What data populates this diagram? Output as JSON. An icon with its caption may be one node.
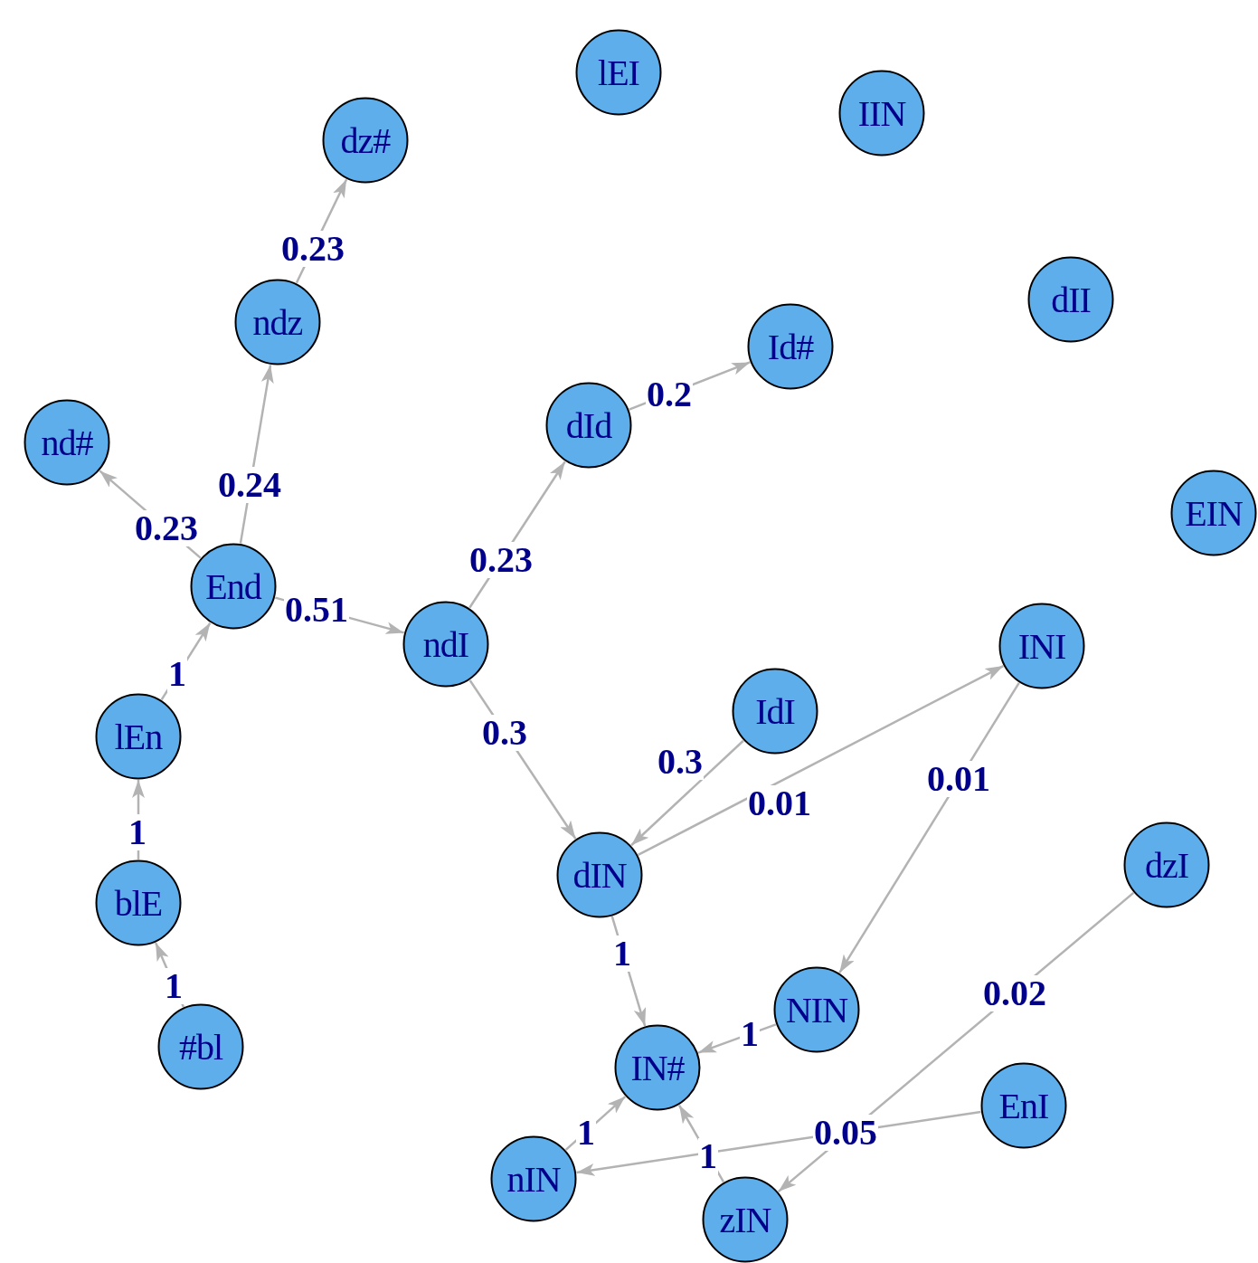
{
  "diagram": {
    "nodes": [
      {
        "text": [
          "lEI"
        ]
      },
      {
        "text": [
          "IIN"
        ]
      },
      {
        "text": [
          "dz#"
        ]
      },
      {
        "text": [
          "dII"
        ]
      },
      {
        "text": [
          "ndz"
        ]
      },
      {
        "text": [
          "Id#"
        ]
      },
      {
        "text": [
          "nd#"
        ]
      },
      {
        "text": [
          "dId"
        ]
      },
      {
        "text": [
          "EIN"
        ]
      },
      {
        "text": [
          "End"
        ]
      },
      {
        "text": [
          "ndI"
        ]
      },
      {
        "text": [
          "INI"
        ]
      },
      {
        "text": [
          "IdI"
        ]
      },
      {
        "text": [
          "lEn"
        ]
      },
      {
        "text": [
          "dIN"
        ]
      },
      {
        "text": [
          "dzI"
        ]
      },
      {
        "text": [
          "blE"
        ]
      },
      {
        "text": [
          "NIN"
        ]
      },
      {
        "text": [
          "#bl"
        ]
      },
      {
        "text": [
          "IN#"
        ]
      },
      {
        "text": [
          "EnI"
        ]
      },
      {
        "text": [
          "nIN"
        ]
      },
      {
        "text": [
          "zIN"
        ]
      }
    ],
    "edges": [
      {
        "from": 4,
        "to": 2,
        "arrow": "to",
        "label": "0.23"
      },
      {
        "from": 9,
        "to": 4,
        "arrow": "to",
        "label": "0.24"
      },
      {
        "from": 9,
        "to": 6,
        "arrow": "to",
        "label": "0.23"
      },
      {
        "from": 9,
        "to": 10,
        "arrow": "to",
        "label": "0.51"
      },
      {
        "from": 10,
        "to": 7,
        "arrow": "to",
        "label": "0.23"
      },
      {
        "from": 7,
        "to": 5,
        "arrow": "to",
        "label": "0.2"
      },
      {
        "from": 13,
        "to": 9,
        "arrow": "to",
        "label": "1"
      },
      {
        "from": 16,
        "to": 13,
        "arrow": "to",
        "label": "1"
      },
      {
        "from": 18,
        "to": 16,
        "arrow": "to",
        "label": "1"
      },
      {
        "from": 10,
        "to": 14,
        "arrow": "to",
        "label": "0.3"
      },
      {
        "from": 12,
        "to": 14,
        "arrow": "to",
        "label": "0.3"
      },
      {
        "from": 14,
        "to": 11,
        "arrow": "to",
        "label": "0.01"
      },
      {
        "from": 11,
        "to": 17,
        "arrow": "to",
        "label": "0.01"
      },
      {
        "from": 14,
        "to": 19,
        "arrow": "to",
        "label": "1"
      },
      {
        "from": 17,
        "to": 19,
        "arrow": "to",
        "label": "1"
      },
      {
        "from": 21,
        "to": 19,
        "arrow": "to",
        "label": "1"
      },
      {
        "from": 22,
        "to": 19,
        "arrow": "to",
        "label": "1"
      },
      {
        "from": 20,
        "to": 21,
        "arrow": "to",
        "label": "0.05"
      },
      {
        "from": 15,
        "to": 22,
        "arrow": "to",
        "label": "0.02"
      }
    ]
  }
}
